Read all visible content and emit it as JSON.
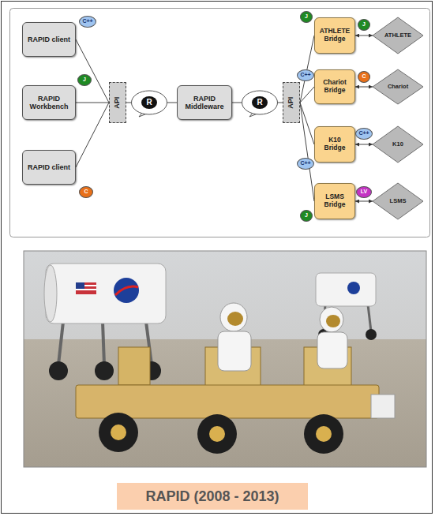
{
  "diagram": {
    "caption": "RAPID (2008 - 2013)",
    "nodes": [
      {
        "text": [
          "RAPID client"
        ]
      },
      {
        "text": [
          "C++"
        ]
      },
      {
        "text": [
          "RAPID Workbench"
        ]
      },
      {
        "text": [
          "J"
        ]
      },
      {
        "text": [
          "RAPID client"
        ]
      },
      {
        "text": [
          "C"
        ]
      },
      {
        "text": [
          "API"
        ]
      },
      {
        "text": [
          "R"
        ]
      },
      {
        "text": [
          "RAPID Middleware"
        ]
      },
      {
        "text": [
          "R"
        ]
      },
      {
        "text": [
          "API"
        ]
      },
      {
        "text": [
          "J"
        ]
      },
      {
        "text": [
          "ATHLETE Bridge"
        ]
      },
      {
        "text": [
          "J"
        ]
      },
      {
        "text": [
          "ATHLETE"
        ]
      },
      {
        "text": [
          "C++"
        ]
      },
      {
        "text": [
          "Chariot Bridge"
        ]
      },
      {
        "text": [
          "C"
        ]
      },
      {
        "text": [
          "Chariot"
        ]
      },
      {
        "text": [
          "C++"
        ]
      },
      {
        "text": [
          "K10 Bridge"
        ]
      },
      {
        "text": [
          "C++"
        ]
      },
      {
        "text": [
          "K10"
        ]
      },
      {
        "text": [
          "J"
        ]
      },
      {
        "text": [
          "LSMS Bridge"
        ]
      },
      {
        "text": [
          "LV"
        ]
      },
      {
        "text": [
          "LSMS"
        ]
      }
    ],
    "edges": [
      {
        "from": 0,
        "to": 6,
        "arrow": "none"
      },
      {
        "from": 2,
        "to": 6,
        "arrow": "none"
      },
      {
        "from": 4,
        "to": 6,
        "arrow": "none"
      },
      {
        "from": 6,
        "to": 7,
        "arrow": "none"
      },
      {
        "from": 7,
        "to": 8,
        "arrow": "none"
      },
      {
        "from": 8,
        "to": 9,
        "arrow": "none"
      },
      {
        "from": 9,
        "to": 10,
        "arrow": "none"
      },
      {
        "from": 10,
        "to": 12,
        "arrow": "none"
      },
      {
        "from": 10,
        "to": 16,
        "arrow": "none"
      },
      {
        "from": 10,
        "to": 20,
        "arrow": "none"
      },
      {
        "from": 10,
        "to": 24,
        "arrow": "none"
      },
      {
        "from": 12,
        "to": 14,
        "arrow": "both"
      },
      {
        "from": 16,
        "to": 18,
        "arrow": "both"
      },
      {
        "from": 20,
        "to": 22,
        "arrow": "both"
      },
      {
        "from": 24,
        "to": 26,
        "arrow": "both"
      }
    ]
  }
}
